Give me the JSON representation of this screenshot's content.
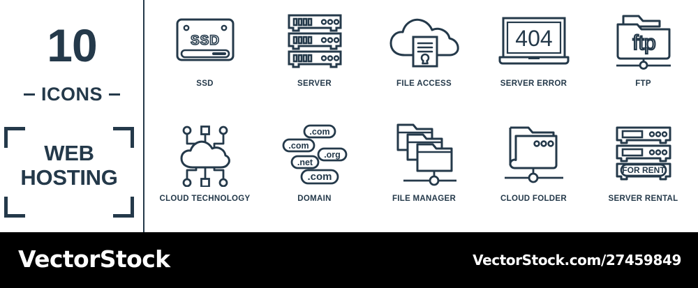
{
  "accent_color": "#24394a",
  "background_color": "#ffffff",
  "footer_background": "#000000",
  "footer_text_color": "#ffffff",
  "title_panel": {
    "count": "10",
    "icons_word": "ICONS",
    "topic_line1": "WEB",
    "topic_line2": "HOSTING"
  },
  "icons": [
    {
      "id": "ssd",
      "label": "SSD",
      "icon_name": "ssd-drive-icon",
      "glyph_text": "SSD"
    },
    {
      "id": "server",
      "label": "SERVER",
      "icon_name": "server-rack-icon",
      "glyph_text": ""
    },
    {
      "id": "file-access",
      "label": "FILE ACCESS",
      "icon_name": "cloud-document-lock-icon",
      "glyph_text": ""
    },
    {
      "id": "server-error",
      "label": "SERVER ERROR",
      "icon_name": "laptop-404-icon",
      "glyph_text": "404"
    },
    {
      "id": "ftp",
      "label": "FTP",
      "icon_name": "ftp-folder-icon",
      "glyph_text": "ftp"
    },
    {
      "id": "cloud-technology",
      "label": "CLOUD TECHNOLOGY",
      "icon_name": "cloud-circuit-icon",
      "glyph_text": ""
    },
    {
      "id": "domain",
      "label": "DOMAIN",
      "icon_name": "domain-tags-icon",
      "glyph_text": ""
    },
    {
      "id": "file-manager",
      "label": "FILE MANAGER",
      "icon_name": "folders-network-icon",
      "glyph_text": ""
    },
    {
      "id": "cloud-folder",
      "label": "CLOUD FOLDER",
      "icon_name": "cloud-folder-network-icon",
      "glyph_text": ""
    },
    {
      "id": "server-rental",
      "label": "SERVER RENTAL",
      "icon_name": "server-for-rent-icon",
      "glyph_text": "FOR RENT"
    }
  ],
  "domain_tags": [
    ".com",
    ".com",
    ".org",
    ".net",
    ".com"
  ],
  "server_rental_banner": "FOR RENT",
  "footer": {
    "brand": "VectorStock",
    "url": "VectorStock.com/27459849"
  }
}
